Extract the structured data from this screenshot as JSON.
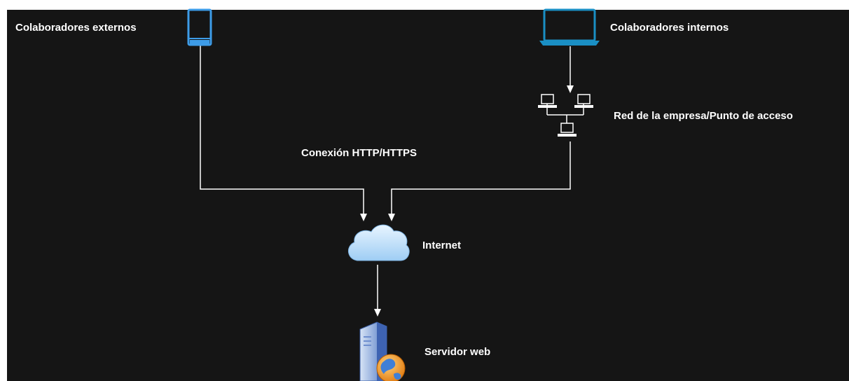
{
  "diagram": {
    "nodes": {
      "external": {
        "label": "Colaboradores externos",
        "icon": "smartphone-icon"
      },
      "internal": {
        "label": "Colaboradores internos",
        "icon": "laptop-icon"
      },
      "network": {
        "label": "Red de la empresa/Punto de acceso",
        "icon": "network-icon"
      },
      "internet": {
        "label": "Internet",
        "icon": "cloud-icon"
      },
      "server": {
        "label": "Servidor web",
        "icon": "web-server-icon"
      }
    },
    "connection_label": "Conexión HTTP/HTTPS",
    "edges": [
      {
        "from": "external",
        "to": "internet"
      },
      {
        "from": "internal",
        "to": "network"
      },
      {
        "from": "network",
        "to": "internet"
      },
      {
        "from": "internet",
        "to": "server"
      }
    ],
    "colors": {
      "background": "#151515",
      "text": "#ffffff",
      "connector": "#ffffff",
      "phone": "#3d9ce8",
      "laptop": "#1a8fc4",
      "cloud": "#bfe0fb"
    }
  }
}
